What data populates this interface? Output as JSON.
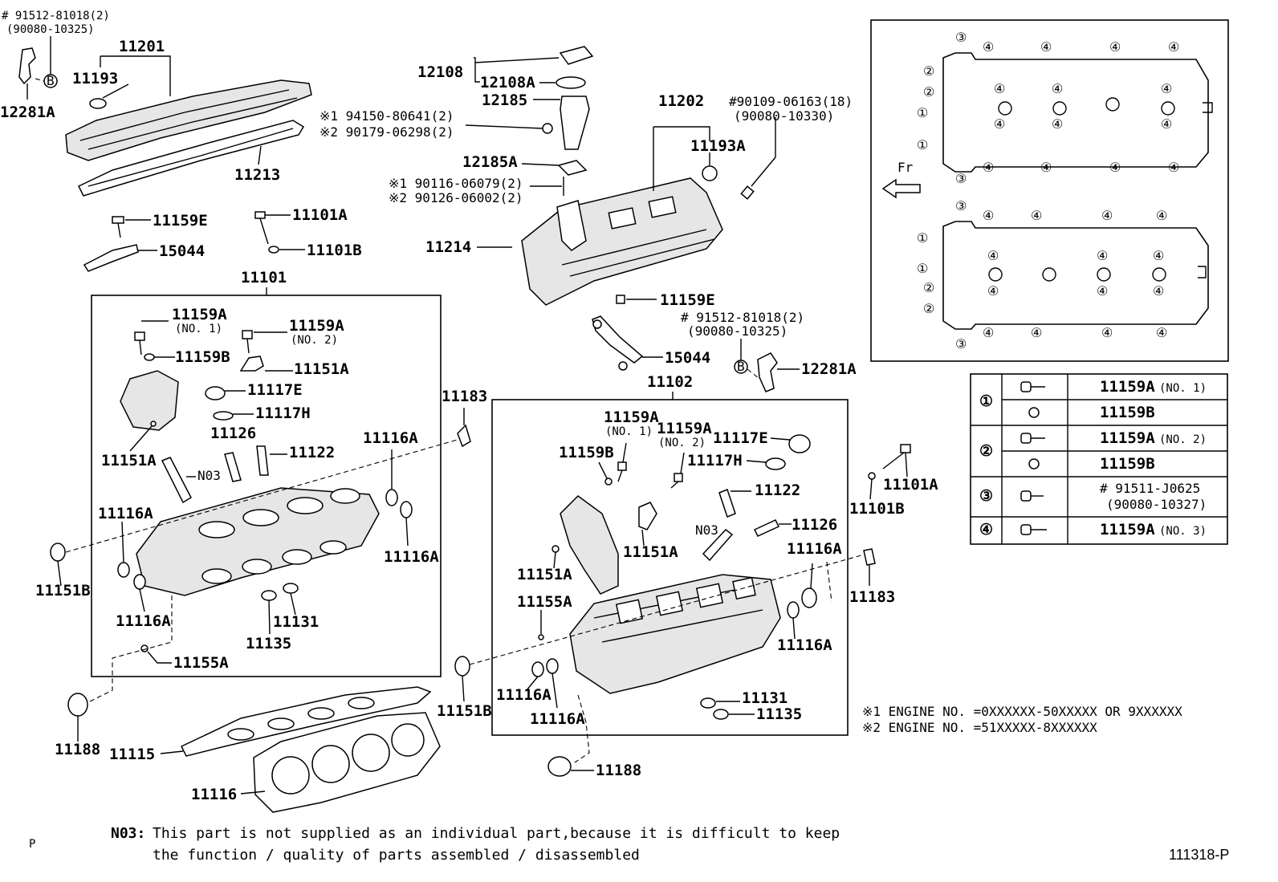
{
  "diagram": {
    "labels": {
      "p12281A_left": "12281A",
      "ref_91512_top": "# 91512-81018(2)",
      "ref_90080_top": "(90080-10325)",
      "p11201": "11201",
      "p11193": "11193",
      "p11213": "11213",
      "p11159E_left": "11159E",
      "p15044_left": "15044",
      "p11101A_top": "11101A",
      "p11101B_top": "11101B",
      "p11101": "11101",
      "p12108": "12108",
      "p12108A": "12108A",
      "p12185": "12185",
      "note1_a": "※1 94150-80641(2)",
      "note2_a": "※2 90179-06298(2)",
      "p12185A": "12185A",
      "note1_b": "※1 90116-06079(2)",
      "note2_b": "※2 90126-06002(2)",
      "p11214": "11214",
      "p11202": "11202",
      "p11193A": "11193A",
      "ref_90109": "#90109-06163(18)",
      "ref_90080_10330": "(90080-10330)",
      "p11159E_mid": "11159E",
      "ref_91512_mid": "# 91512-81018(2)",
      "ref_90080_mid": "(90080-10325)",
      "p15044_mid": "15044",
      "p12281A_mid": "12281A",
      "p11102": "11102",
      "p11159A_no1_l": "11159A",
      "no1_l": "(NO. 1)",
      "p11159A_no2_l": "11159A",
      "no2_l": "(NO. 2)",
      "p11159B_l": "11159B",
      "p11151A_l1": "11151A",
      "p11117E_l": "11117E",
      "p11117H_l": "11117H",
      "p11126_l": "11126",
      "p11122_l": "11122",
      "p11151A_l2": "11151A",
      "n03_l": "N03",
      "p11116A_l1": "11116A",
      "p11116A_l2": "11116A",
      "p11116A_l3": "11116A",
      "p11151B_l": "11151B",
      "p11131_l": "11131",
      "p11135_l": "11135",
      "p11155A_l": "11155A",
      "p11183_l": "11183",
      "p11188_l": "11188",
      "p11115": "11115",
      "p11116": "11116",
      "p11159A_no1_r": "11159A",
      "no1_r": "(NO. 1)",
      "p11159A_no2_r": "11159A",
      "no2_r": "(NO. 2)",
      "p11117E_r": "11117E",
      "p11159B_r": "11159B",
      "p11117H_r": "11117H",
      "p11122_r": "11122",
      "n03_r": "N03",
      "p11126_r": "11126",
      "p11151A_r1": "11151A",
      "p11151A_r2": "11151A",
      "p11155A_r": "11155A",
      "p11116A_r1": "11116A",
      "p11116A_r2": "11116A",
      "p11116A_r3": "11116A",
      "p11116A_r4": "11116A",
      "p11151B_r": "11151B",
      "p11131_r": "11131",
      "p11135_r": "11135",
      "p11188_r": "11188",
      "p11101A_r": "11101A",
      "p11101B_r": "11101B",
      "p11183_r": "11183",
      "fr": "Fr",
      "B1": "B",
      "B2": "B"
    },
    "circled": [
      "①",
      "②",
      "③",
      "④"
    ],
    "legend_table": [
      {
        "key": "①",
        "part": "11159A",
        "note": "(NO. 1)"
      },
      {
        "key": "",
        "part": "11159B",
        "note": ""
      },
      {
        "key": "②",
        "part": "11159A",
        "note": "(NO. 2)"
      },
      {
        "key": "",
        "part": "11159B",
        "note": ""
      },
      {
        "key": "③",
        "part": "# 91511-J0625",
        "note": "(90080-10327)"
      },
      {
        "key": "④",
        "part": "11159A",
        "note": "(NO. 3)"
      }
    ],
    "engine_notes": {
      "n1": "※1 ENGINE NO.  =0XXXXXX-50XXXXX OR 9XXXXXX",
      "n2": "※2 ENGINE NO.  =51XXXXX-8XXXXXX"
    },
    "footnote": {
      "code": "N03:",
      "line1": "This part is not supplied as an individual part,because it is difficult to keep",
      "line2": "the function / quality of parts assembled / disassembled"
    },
    "corner_p": "P",
    "figure_id": "111318-P"
  }
}
